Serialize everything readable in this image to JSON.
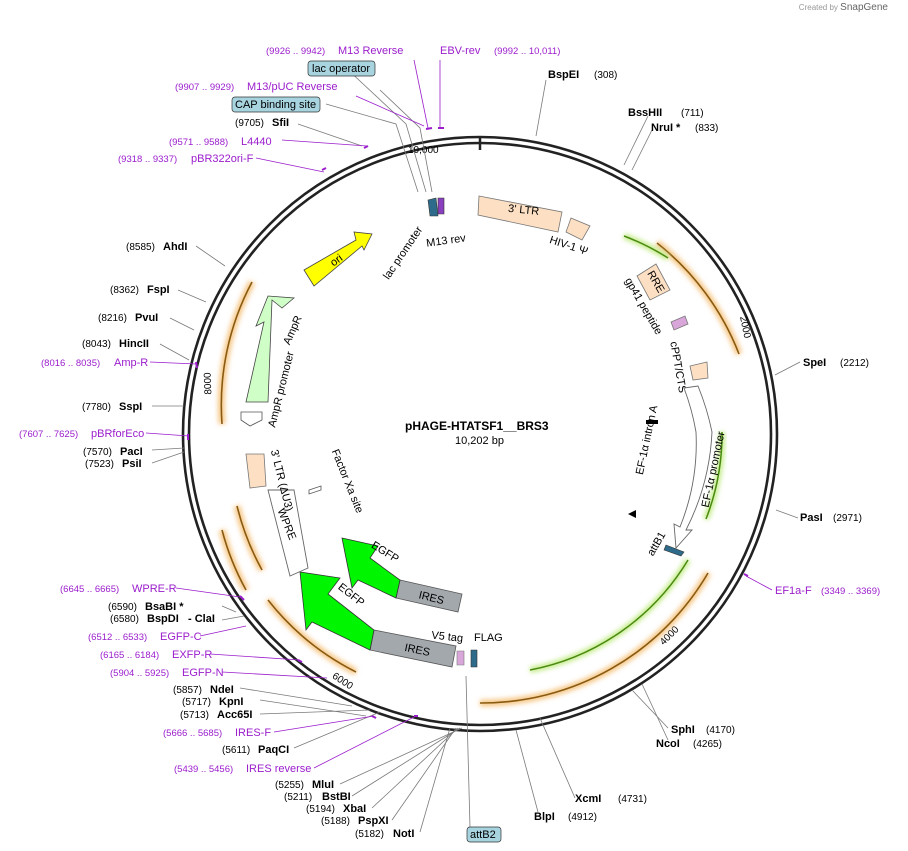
{
  "credit": {
    "created_by": "Created by",
    "brand": "SnapGene"
  },
  "plasmid": {
    "name": "pHAGE-HTATSF1__BRS3",
    "length": "10,202 bp"
  },
  "ticks": [
    "10,000",
    "2000",
    "4000",
    "6000",
    "8000"
  ],
  "enzymes": [
    {
      "name": "BspEI",
      "pos": "(308)"
    },
    {
      "name": "BssHII",
      "pos": "(711)"
    },
    {
      "name": "NruI *",
      "pos": "(833)"
    },
    {
      "name": "SpeI",
      "pos": "(2212)"
    },
    {
      "name": "PasI",
      "pos": "(2971)"
    },
    {
      "name": "SphI",
      "pos": "(4170)"
    },
    {
      "name": "NcoI",
      "pos": "(4265)"
    },
    {
      "name": "XcmI",
      "pos": "(4731)"
    },
    {
      "name": "BlpI",
      "pos": "(4912)"
    },
    {
      "name": "NotI",
      "pos": "(5182)"
    },
    {
      "name": "PspXI",
      "pos": "(5188)"
    },
    {
      "name": "XbaI",
      "pos": "(5194)"
    },
    {
      "name": "BstBI",
      "pos": "(5211)"
    },
    {
      "name": "MluI",
      "pos": "(5255)"
    },
    {
      "name": "PaqCI",
      "pos": "(5611)"
    },
    {
      "name": "Acc65I",
      "pos": "(5713)"
    },
    {
      "name": "KpnI",
      "pos": "(5717)"
    },
    {
      "name": "NdeI",
      "pos": "(5857)"
    },
    {
      "name": "BspDI",
      "pos": "(6580)"
    },
    {
      "name": "- ClaI",
      "pos": ""
    },
    {
      "name": "BsaBI *",
      "pos": "(6590)"
    },
    {
      "name": "PsiI",
      "pos": "(7523)"
    },
    {
      "name": "PacI",
      "pos": "(7570)"
    },
    {
      "name": "SspI",
      "pos": "(7780)"
    },
    {
      "name": "HincII",
      "pos": "(8043)"
    },
    {
      "name": "PvuI",
      "pos": "(8216)"
    },
    {
      "name": "FspI",
      "pos": "(8362)"
    },
    {
      "name": "AhdI",
      "pos": "(8585)"
    },
    {
      "name": "SfiI",
      "pos": "(9705)"
    }
  ],
  "primers": [
    {
      "name": "M13 Reverse",
      "pos": "(9926 .. 9942)"
    },
    {
      "name": "EBV-rev",
      "pos": "(9992 .. 10,011)"
    },
    {
      "name": "M13/pUC Reverse",
      "pos": "(9907 .. 9929)"
    },
    {
      "name": "L4440",
      "pos": "(9571 .. 9588)"
    },
    {
      "name": "pBR322ori-F",
      "pos": "(9318 .. 9337)"
    },
    {
      "name": "Amp-R",
      "pos": "(8016 .. 8035)"
    },
    {
      "name": "pBRforEco",
      "pos": "(7607 .. 7625)"
    },
    {
      "name": "WPRE-R",
      "pos": "(6645 .. 6665)"
    },
    {
      "name": "EGFP-C",
      "pos": "(6512 .. 6533)"
    },
    {
      "name": "EXFP-R",
      "pos": "(6165 .. 6184)"
    },
    {
      "name": "EGFP-N",
      "pos": "(5904 .. 5925)"
    },
    {
      "name": "IRES-F",
      "pos": "(5666 .. 5685)"
    },
    {
      "name": "IRES reverse",
      "pos": "(5439 .. 5456)"
    },
    {
      "name": "EF1a-F",
      "pos": "(3349 .. 3369)"
    }
  ],
  "boxed": {
    "lac_operator": "lac operator",
    "cap_site": "CAP binding site",
    "attB2": "attB2"
  },
  "features": {
    "ltr3": "3' LTR",
    "hiv_psi": "HIV-1 Ψ",
    "rre": "RRE",
    "gp41": "gp41 peptide",
    "cppt": "cPPT/CTS",
    "ef1a_intron": "EF-1α intron A",
    "ef1a_promoter": "EF-1α promoter",
    "attB1": "attB1",
    "flag": "FLAG",
    "v5": "V5 tag",
    "ires1": "IRES",
    "egfp1": "EGFP",
    "ires2": "IRES",
    "egfp2": "EGFP",
    "factorxa": "Factor Xa site",
    "wpre": "WPRE",
    "ltr_du3": "3' LTR (ΔU3)",
    "ampr_promoter": "AmpR promoter",
    "ampr": "AmpR",
    "ori": "ori",
    "lac_promoter": "lac promoter",
    "m13rev": "M13 rev"
  },
  "colors": {
    "primer": "#9b1dcc",
    "ltr": "#fde0c4",
    "ampr": "#cfffc7",
    "ori": "#ffff00",
    "egfp": "#00f500",
    "ires": "#a3a8ad",
    "orange_orf": "#e39a2a",
    "green_orf": "#9ecd3a"
  }
}
